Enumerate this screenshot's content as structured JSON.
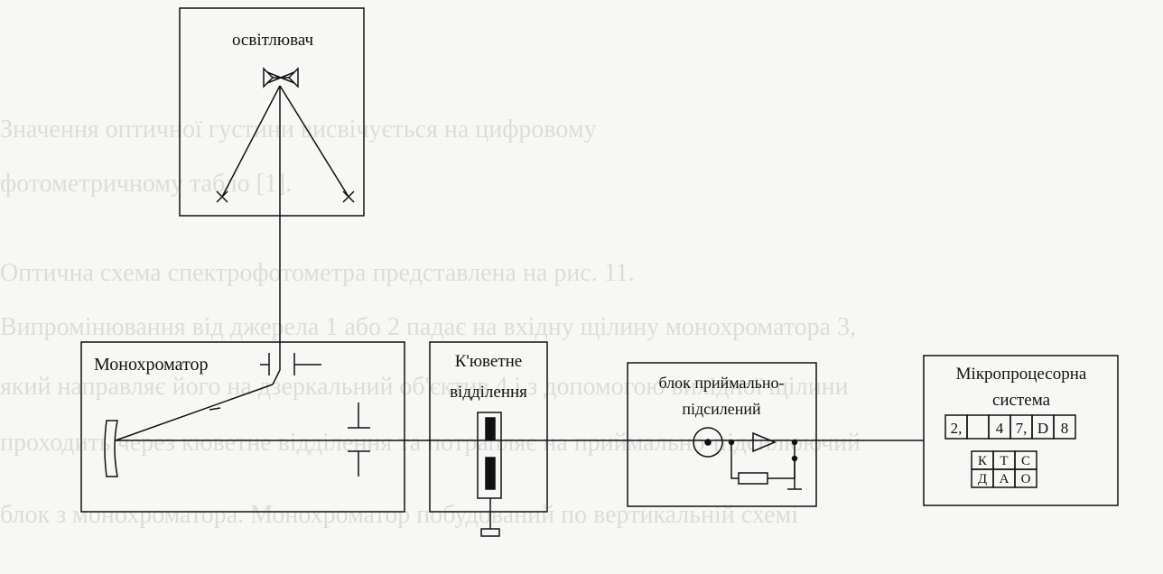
{
  "background_text": [
    "Значення       оптичної       густини       висвічується       на       цифровому",
    "фотометричному табло [1].",
    "      Оптична     схема     спектрофотометра     представлена     на     рис.     11.",
    "Випромінювання від джерела 1 або 2 падає на вхідну щілину монохроматора 3,",
    "який направляє його на дзеркальний об'єктив 4 і з допомогою вихідної щілини",
    "проходить через кюветне відділення та потрапляє на приймально-підсилюючий",
    "блок з монохроматора. Монохроматор побудований по вертикальній схемі"
  ],
  "blocks": {
    "illuminator": {
      "label": "освітлювач"
    },
    "monochromator": {
      "label": "Монохроматор"
    },
    "cuvette": {
      "label_line1": "К'юветне",
      "label_line2": "відділення"
    },
    "receiver": {
      "label_line1": "блок приймально-",
      "label_line2": "підсилений"
    },
    "microprocessor": {
      "label_line1": "Мікропроцесорна",
      "label_line2": "система",
      "display_digits": [
        "2,",
        "",
        "4",
        "7,",
        "D",
        "8"
      ],
      "keys_row1": [
        "К",
        "Т",
        "С"
      ],
      "keys_row2": [
        "Д",
        "А",
        "О"
      ]
    }
  }
}
